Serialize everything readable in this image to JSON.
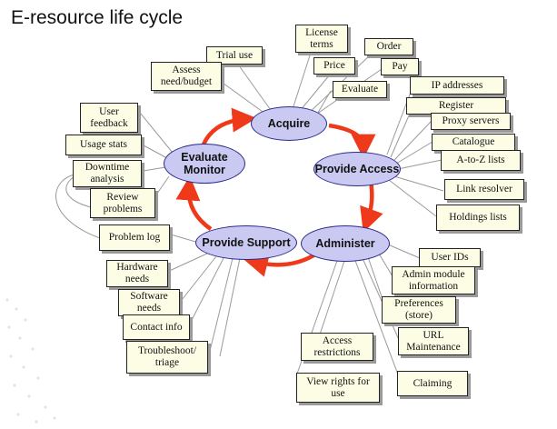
{
  "title": "E-resource life cycle",
  "stages": {
    "acquire": "Acquire",
    "provide_access": "Provide Access",
    "administer": "Administer",
    "provide_support": "Provide Support",
    "evaluate_line1": "Evaluate",
    "evaluate_line2": "Monitor"
  },
  "acquire_items": {
    "license_line1": "License",
    "license_line2": "terms",
    "trial_use": "Trial use",
    "assess_line1": "Assess",
    "assess_line2": "need/budget",
    "price": "Price",
    "order": "Order",
    "pay": "Pay",
    "evaluate": "Evaluate"
  },
  "access_items": {
    "ip_addresses": "IP addresses",
    "register": "Register",
    "proxy_servers": "Proxy servers",
    "catalogue": "Catalogue",
    "a_to_z": "A-to-Z lists",
    "link_resolver": "Link resolver",
    "holdings_lists": "Holdings lists"
  },
  "admin_items": {
    "user_ids": "User IDs",
    "admin_module_line1": "Admin module",
    "admin_module_line2": "information",
    "preferences_line1": "Preferences",
    "preferences_line2": "(store)",
    "url_line1": "URL",
    "url_line2": "Maintenance",
    "access_restr_line1": "Access",
    "access_restr_line2": "restrictions",
    "view_rights_line1": "View rights for",
    "view_rights_line2": "use",
    "claiming": "Claiming"
  },
  "support_items": {
    "problem_log": "Problem log",
    "hardware_line1": "Hardware",
    "hardware_line2": "needs",
    "software_line1": "Software",
    "software_line2": "needs",
    "contact_info": "Contact info",
    "troubleshoot_line1": "Troubleshoot/",
    "troubleshoot_line2": "triage"
  },
  "evaluate_items": {
    "user_feedback_line1": "User",
    "user_feedback_line2": "feedback",
    "usage_stats": "Usage stats",
    "downtime_line1": "Downtime",
    "downtime_line2": "analysis",
    "review_line1": "Review",
    "review_line2": "problems"
  },
  "colors": {
    "cycle_arrow": "#ee3a1a",
    "node_fill": "#c9c9f2",
    "node_border": "#2a2a8a",
    "box_fill": "#fdfde6",
    "connector": "#9a9a9a"
  }
}
